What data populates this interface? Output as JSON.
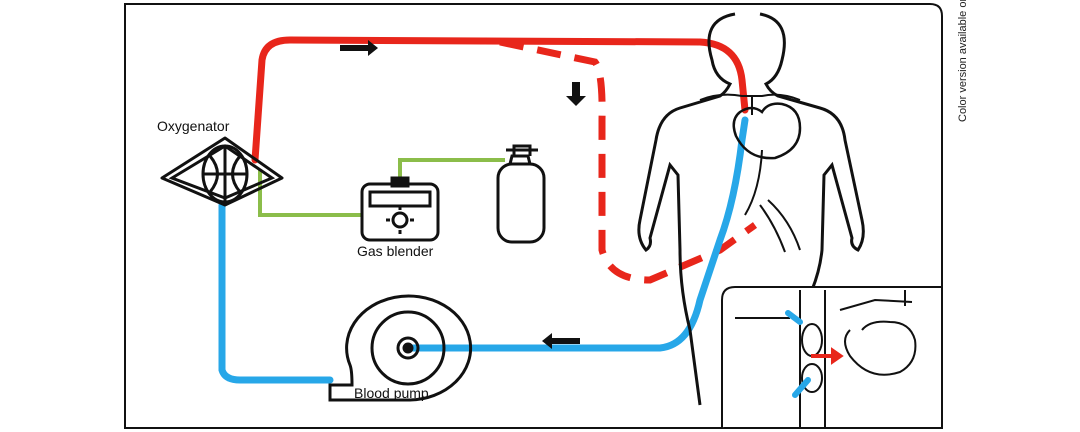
{
  "labels": {
    "oxygenator": "Oxygenator",
    "gas_blender": "Gas blender",
    "blood_pump": "Blood pump",
    "side_note": "Color version available online"
  },
  "colors": {
    "oxygenated_blood": "#e8261b",
    "deoxygenated_blood": "#27a7e8",
    "gas_line": "#8bbd4a",
    "outline": "#111111",
    "flow_arrow": "#111111"
  },
  "icons": [
    "oxygenator-icon",
    "gas-blender-icon",
    "gas-cylinder-icon",
    "blood-pump-icon",
    "body-silhouette",
    "heart-detail-inset"
  ]
}
